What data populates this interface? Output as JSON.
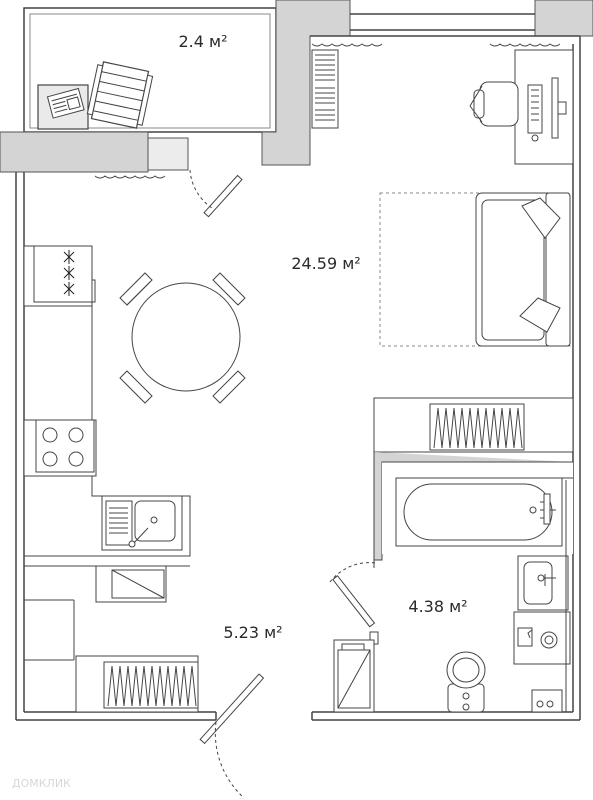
{
  "rooms": {
    "balcony": {
      "area": "2.4 м²"
    },
    "living_room": {
      "area": "24.59 м²"
    },
    "hallway": {
      "area": "5.23 м²"
    },
    "bathroom": {
      "area": "4.38 м²"
    }
  },
  "watermark": {
    "text": "ДОМКЛИК"
  },
  "colors": {
    "wall": "#d4d4d4",
    "line": "#333333",
    "background": "#ffffff"
  }
}
